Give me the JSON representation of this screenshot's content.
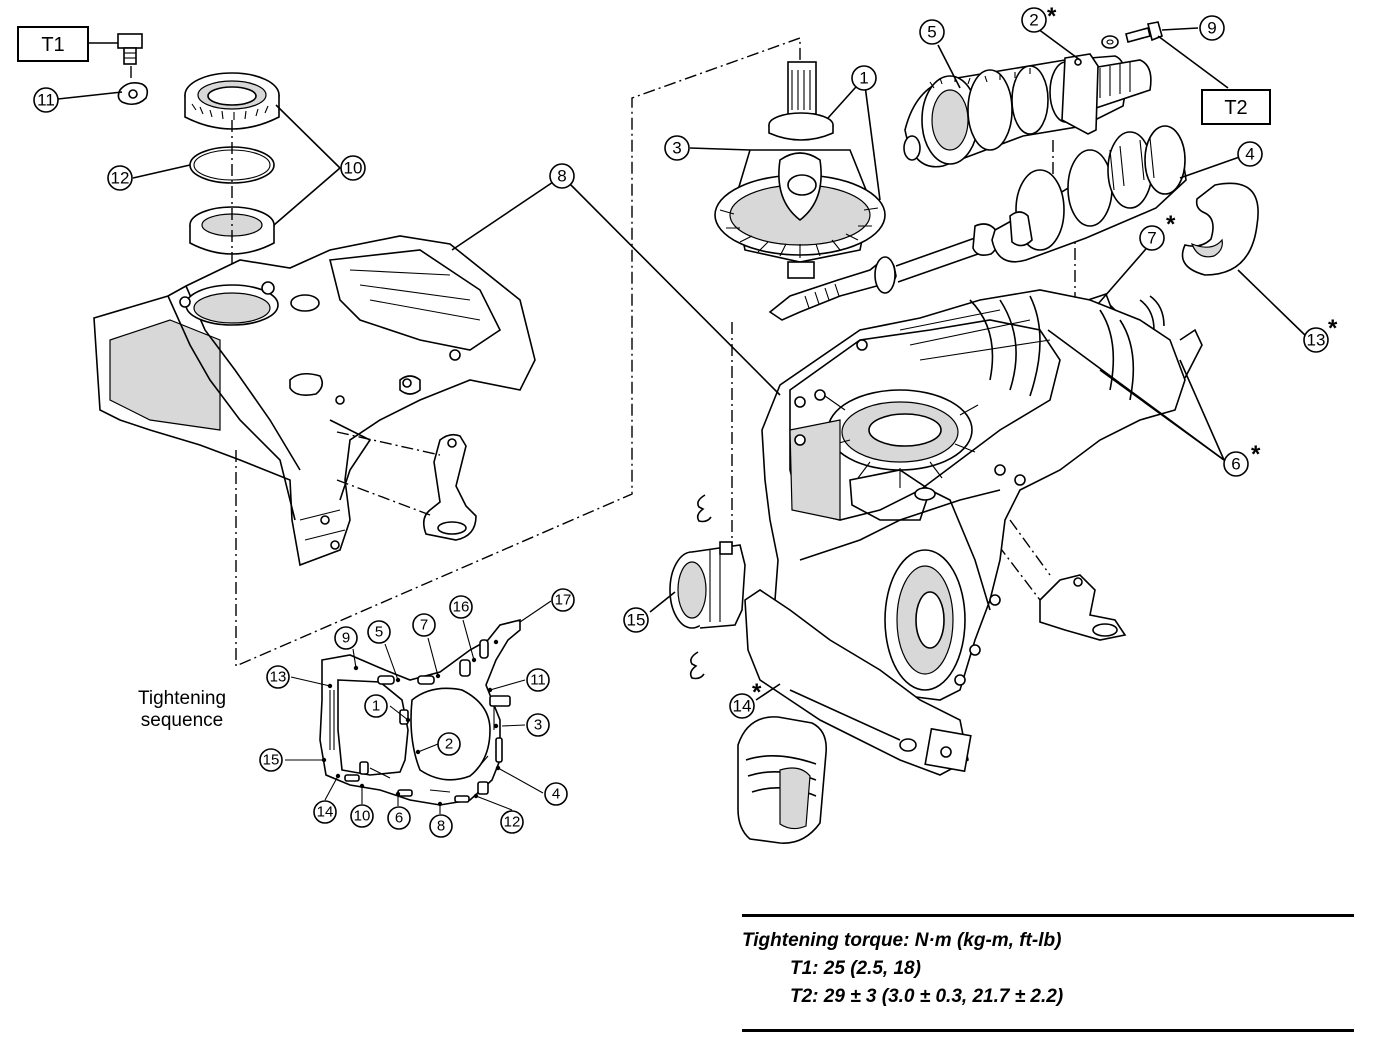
{
  "torque_labels": {
    "t1": "T1",
    "t2": "T2"
  },
  "sequence_caption": {
    "line1": "Tightening",
    "line2": "sequence"
  },
  "asterisk": "*",
  "torque_table": {
    "heading": "Tightening torque: N·m (kg-m, ft-lb)",
    "t1": "T1: 25 (2.5, 18)",
    "t2": "T2: 29 ± 3 (3.0 ± 0.3, 21.7 ± 2.2)"
  },
  "callouts": {
    "c1": "1",
    "c2": "2",
    "c3": "3",
    "c4": "4",
    "c5": "5",
    "c6": "6",
    "c7": "7",
    "c8": "8",
    "c9": "9",
    "c10": "10",
    "c11": "11",
    "c12": "12",
    "c13": "13",
    "c14": "14",
    "c15": "15"
  },
  "sequence_numbers": {
    "s1": "1",
    "s2": "2",
    "s3": "3",
    "s4": "4",
    "s5": "5",
    "s6": "6",
    "s7": "7",
    "s8": "8",
    "s9": "9",
    "s10": "10",
    "s11": "11",
    "s12": "12",
    "s13": "13",
    "s14": "14",
    "s15": "15",
    "s16": "16",
    "s17": "17"
  }
}
